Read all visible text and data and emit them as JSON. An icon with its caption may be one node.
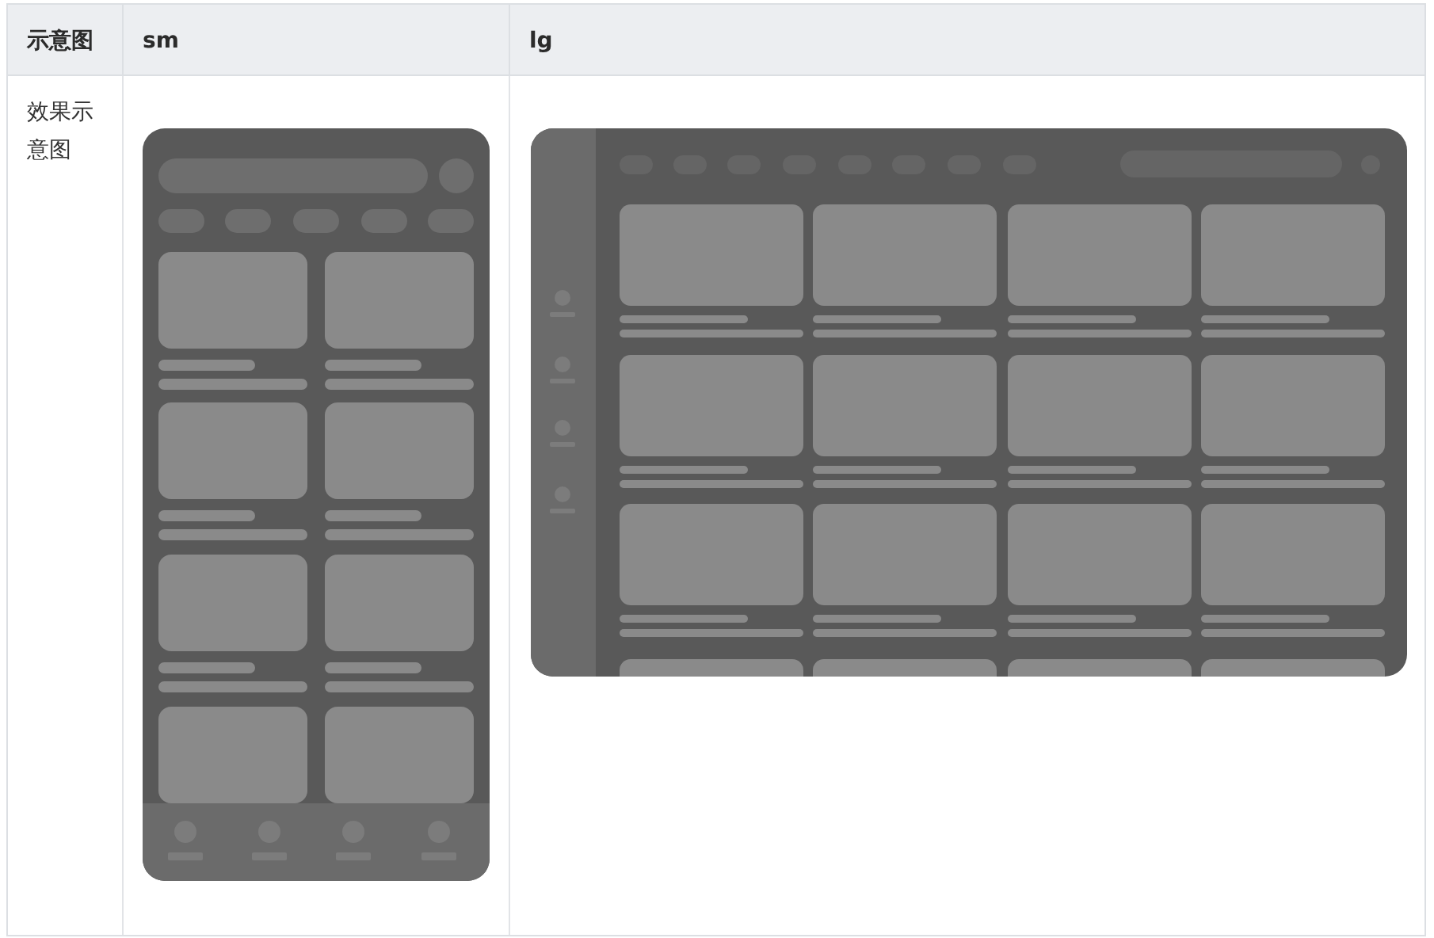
{
  "diagram": {
    "labels": [
      "示意图",
      "sm",
      "lg",
      "效果示意图"
    ]
  }
}
